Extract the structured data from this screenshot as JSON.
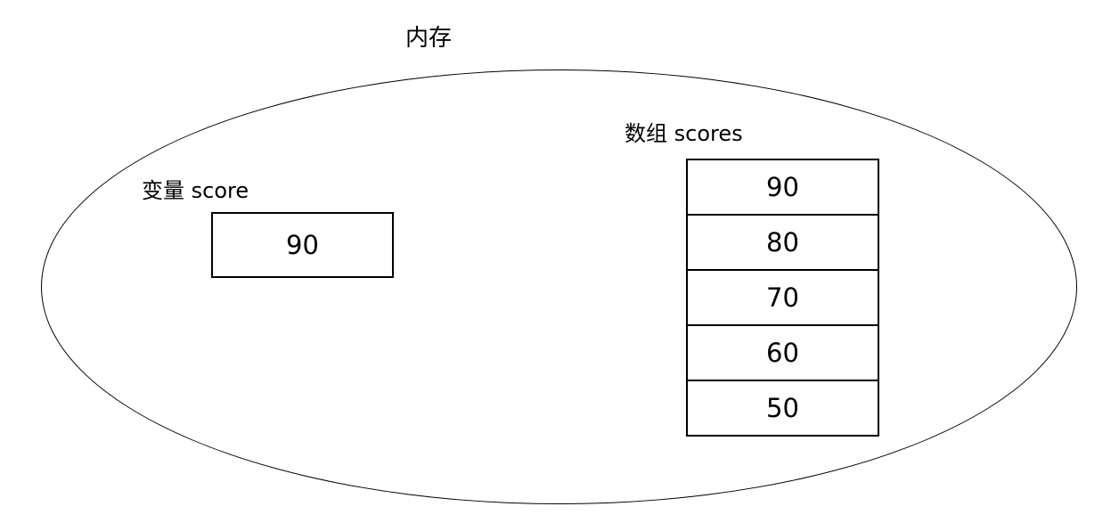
{
  "diagram": {
    "title": "内存",
    "variable": {
      "label": "变量 score",
      "value": "90"
    },
    "array": {
      "label": "数组 scores",
      "values": [
        "90",
        "80",
        "70",
        "60",
        "50"
      ]
    },
    "colors": {
      "outline": "#000000",
      "background": "#ffffff",
      "text": "#000000"
    }
  }
}
